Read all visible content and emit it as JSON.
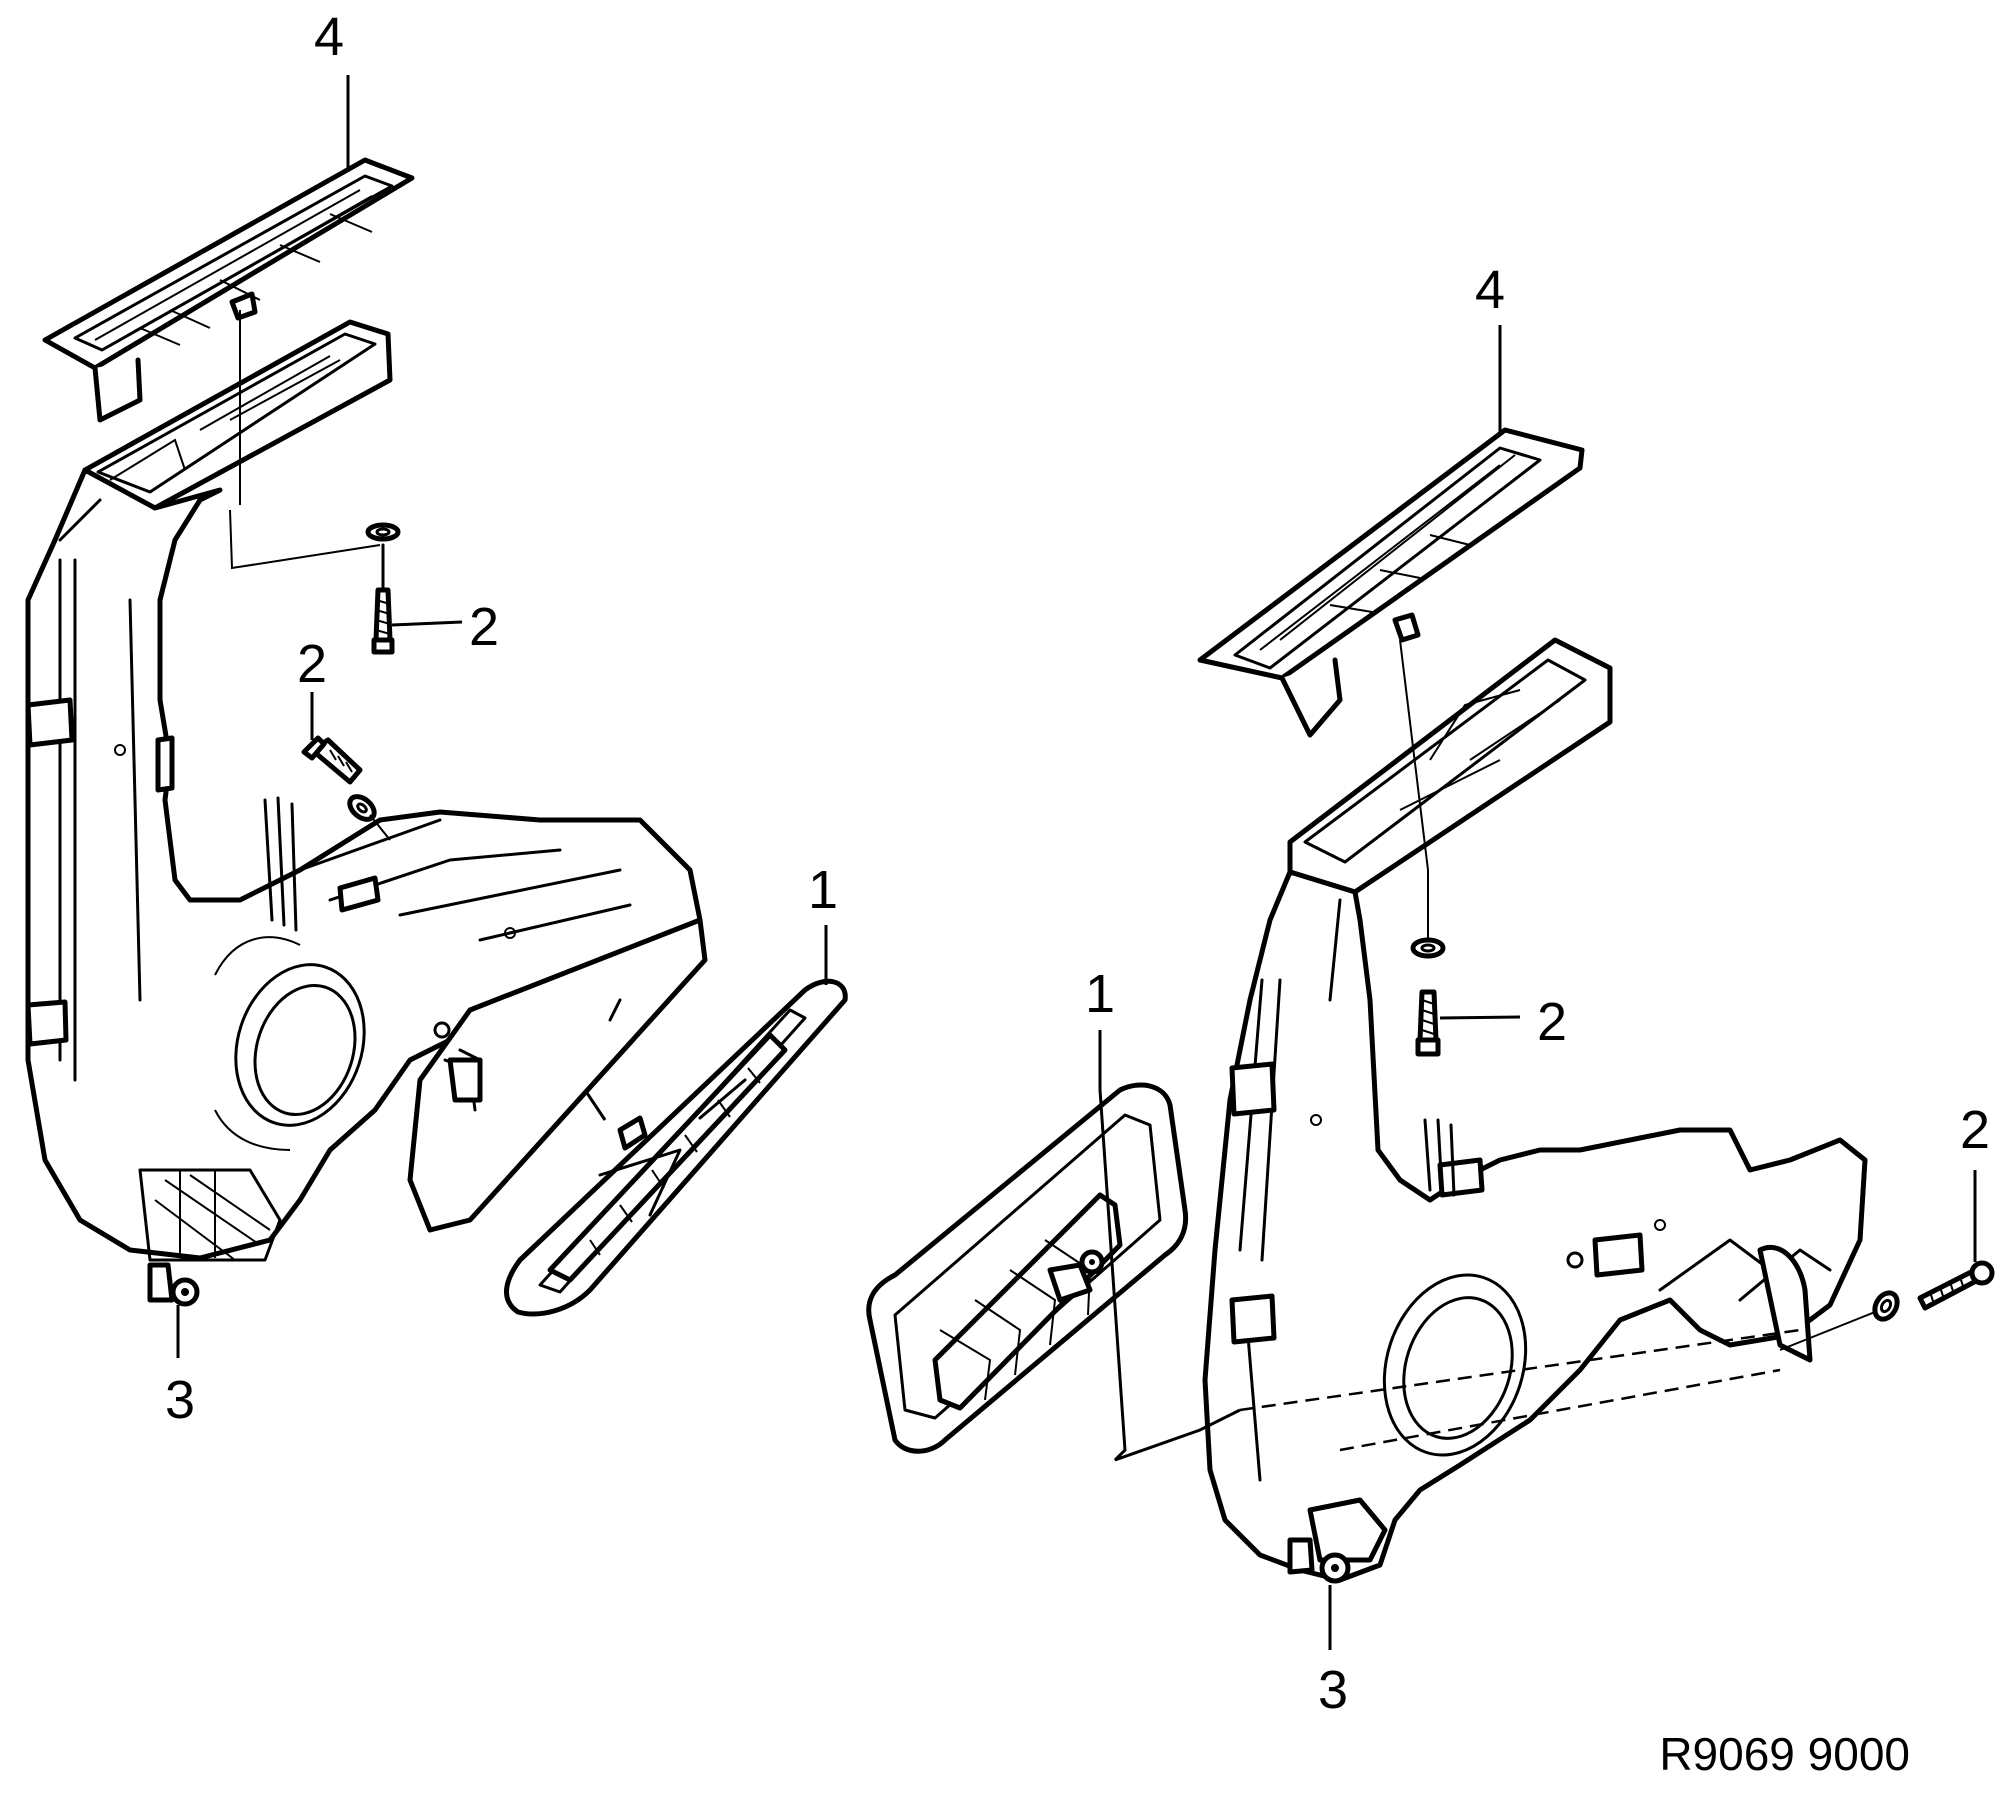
{
  "diagram": {
    "reference": "R9069 9000",
    "callouts": {
      "left_4": "4",
      "left_2_upper": "2",
      "left_2_lower": "2",
      "left_1": "1",
      "left_3": "3",
      "right_4": "4",
      "right_1": "1",
      "right_2_upper": "2",
      "right_2_side": "2",
      "right_3": "3"
    }
  }
}
